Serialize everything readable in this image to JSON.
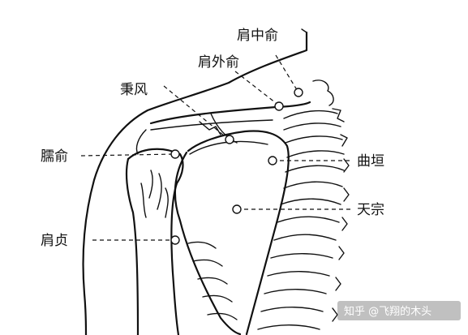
{
  "points": {
    "jianzhongshu": "肩中俞",
    "jianwaishu": "肩外俞",
    "bingfeng": "秉风",
    "naoshu": "臑俞",
    "quyuan": "曲垣",
    "tianzong": "天宗",
    "jianzhen": "肩贞"
  },
  "watermark": "知乎 @飞翔的木头"
}
